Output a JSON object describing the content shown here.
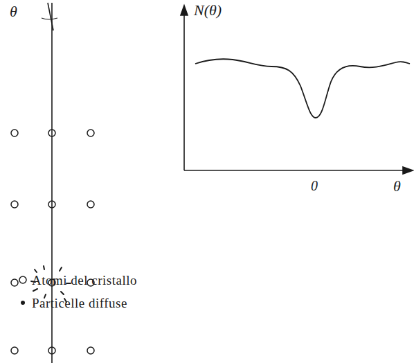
{
  "diagram": {
    "labels": [
      "θ",
      "N(θ)",
      "0",
      "θ"
    ],
    "legend": [
      {
        "text": "Atomi del cristallo"
      },
      {
        "text": "Particelle diffuse"
      }
    ]
  }
}
